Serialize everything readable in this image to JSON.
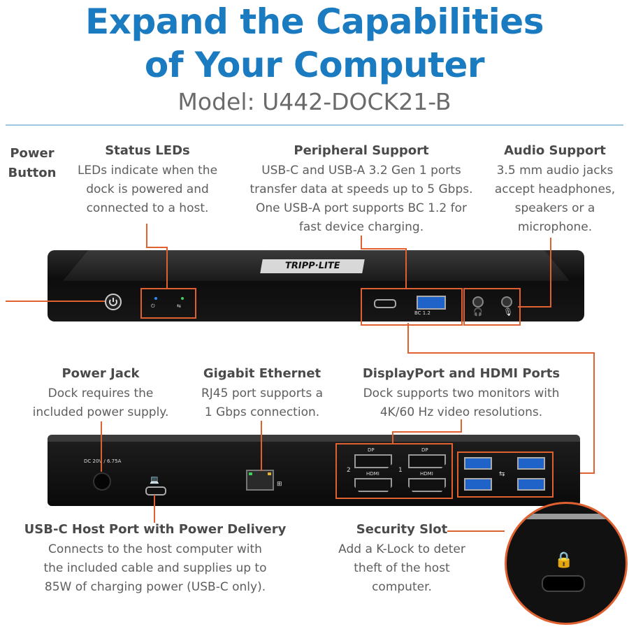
{
  "header": {
    "title_line1": "Expand the Capabilities",
    "title_line2": "of Your Computer",
    "model": "Model: U442-DOCK21-B"
  },
  "colors": {
    "title": "#1b7bc0",
    "callout": "#e06030",
    "rule": "#9fc6e3"
  },
  "front": {
    "power": {
      "head": "Power Button"
    },
    "status": {
      "head": "Status LEDs",
      "body": [
        "LEDs indicate when the",
        "dock is powered and",
        "connected to a host."
      ]
    },
    "peripheral": {
      "head": "Peripheral Support",
      "body": [
        "USB-C and USB-A 3.2 Gen 1 ports",
        "transfer data at speeds up to 5 Gbps.",
        "One USB-A port supports BC 1.2 for",
        "fast device charging."
      ]
    },
    "audio": {
      "head": "Audio Support",
      "body": [
        "3.5 mm audio jacks",
        "accept headphones,",
        "speakers or a",
        "microphone."
      ]
    },
    "logo": "TRIPP·LITE",
    "bc_label": "BC 1.2"
  },
  "back": {
    "power_jack": {
      "head": "Power Jack",
      "body": [
        "Dock requires the",
        "included power supply."
      ]
    },
    "ethernet": {
      "head": "Gigabit Ethernet",
      "body": [
        "RJ45 port supports a",
        "1 Gbps connection."
      ]
    },
    "display": {
      "head": "DisplayPort and HDMI Ports",
      "body": [
        "Dock supports two monitors with",
        "4K/60 Hz video resolutions."
      ]
    },
    "usbc_host": {
      "head": "USB-C Host Port with Power Delivery",
      "body": [
        "Connects to the host computer with",
        "the included cable and supplies up to",
        "85W of charging power (USB-C only)."
      ]
    },
    "security": {
      "head": "Security Slot",
      "body": [
        "Add a K-Lock to deter",
        "theft of the host",
        "computer."
      ]
    },
    "dc_label": "DC 20V / 6.75A",
    "dp_label": "DP",
    "hdmi_label": "HDMI",
    "mon1": "1",
    "mon2": "2"
  }
}
